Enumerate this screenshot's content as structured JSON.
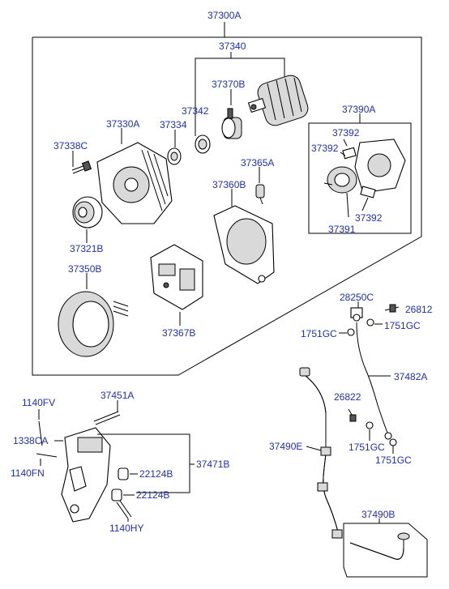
{
  "labels": {
    "l37300A": "37300A",
    "l37340": "37340",
    "l37370B": "37370B",
    "l37342": "37342",
    "l37334": "37334",
    "l37330A": "37330A",
    "l37338C": "37338C",
    "l37390A": "37390A",
    "l37392a": "37392",
    "l37392b": "37392",
    "l37392c": "37392",
    "l37391": "37391",
    "l37365A": "37365A",
    "l37360B": "37360B",
    "l37321B": "37321B",
    "l37350B": "37350B",
    "l37367B": "37367B",
    "l28250C": "28250C",
    "l26812": "26812",
    "l1751GCa": "1751GC",
    "l1751GCb": "1751GC",
    "l37482A": "37482A",
    "l26822": "26822",
    "l37490E": "37490E",
    "l1751GCc": "1751GC",
    "l1751GCd": "1751GC",
    "l37490B": "37490B",
    "l1140FV": "1140FV",
    "l37451A": "37451A",
    "l1338CA": "1338CA",
    "l1140FN": "1140FN",
    "l22124Ba": "22124B",
    "l22124Bb": "22124B",
    "l37471B": "37471B",
    "l1140HY": "1140HY"
  },
  "colors": {
    "label": "#1f2fbf",
    "line": "#000000"
  }
}
